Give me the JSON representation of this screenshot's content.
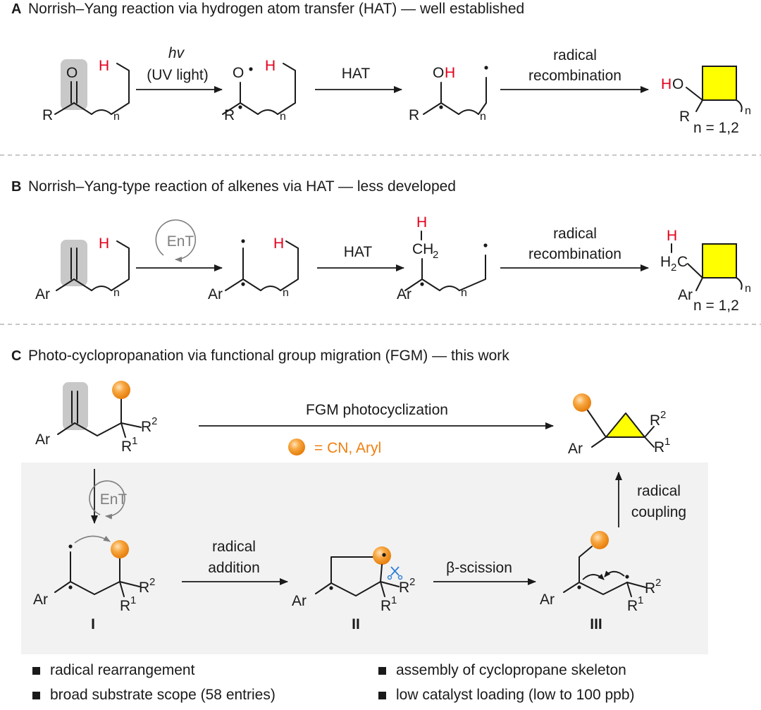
{
  "sectionA": {
    "letter": "A",
    "title": "Norrish–Yang reaction via hydrogen atom transfer (HAT) — well established",
    "step1_top": "hv",
    "step1_bottom": "(UV light)",
    "step2": "HAT",
    "step3_top": "radical",
    "step3_bottom": "recombination",
    "n_values": "n = 1,2"
  },
  "sectionB": {
    "letter": "B",
    "title": "Norrish–Yang-type reaction of alkenes via HAT — less developed",
    "catalyst": "EnT",
    "step2": "HAT",
    "step3_top": "radical",
    "step3_bottom": "recombination",
    "n_values": "n = 1,2"
  },
  "sectionC": {
    "letter": "C",
    "title": "Photo-cyclopropanation via functional group migration (FGM) — this work",
    "main_arrow": "FGM photocyclization",
    "legend": "= CN, Aryl",
    "catalyst": "EnT",
    "step_addition_top": "radical",
    "step_addition_bottom": "addition",
    "step_scission": "β-scission",
    "step_coupling_top": "radical",
    "step_coupling_bottom": "coupling",
    "intermediates": [
      "I",
      "II",
      "III"
    ]
  },
  "bullets": [
    "radical rearrangement",
    "assembly of cyclopropane skeleton",
    "broad substrate scope (58 entries)",
    "low catalyst loading (low to 100 ppb)"
  ],
  "colors": {
    "heteroatom_h": "#e3001b",
    "ring_fill": "#ffff00",
    "fg_ball": "#f39b2f",
    "highlight_box": "#c8c8c8",
    "panel_bg": "#f2f2f2",
    "scissors": "#2f7fd6"
  }
}
